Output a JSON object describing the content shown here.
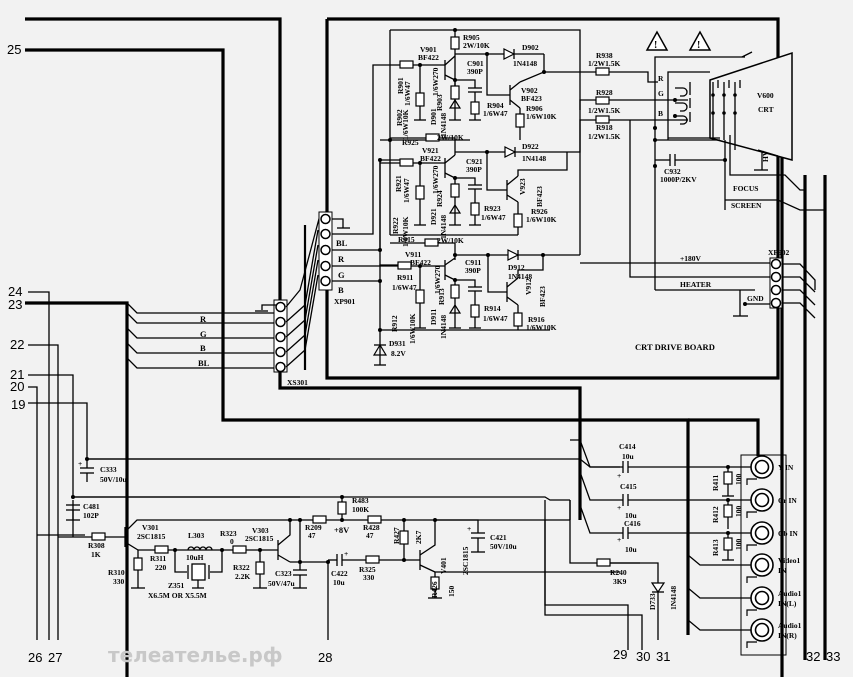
{
  "pins": {
    "p19": "19",
    "p20": "20",
    "p21": "21",
    "p22": "22",
    "p23": "23",
    "p24": "24",
    "p25": "25",
    "p26": "26",
    "p27": "27",
    "p28": "28",
    "p29": "29",
    "p30": "30",
    "p31": "31",
    "p32": "32",
    "p33": "33"
  },
  "board_title": "CRT DRIVE BOARD",
  "connectors": {
    "xs301": {
      "name": "XS301",
      "signals": [
        "R",
        "G",
        "B",
        "BL"
      ]
    },
    "xp901": {
      "name": "XP901",
      "signals": [
        "BL",
        "R",
        "G",
        "B"
      ]
    },
    "xp902": {
      "name": "XP902",
      "signals": [
        "+180V",
        "HEATER",
        "GND"
      ]
    }
  },
  "crt": {
    "ref": "V600",
    "type": "CRT",
    "pins": [
      "R",
      "G",
      "B"
    ],
    "hv": "HV",
    "focus": "FOCUS",
    "screen": "SCREEN"
  },
  "warning_symbols": [
    "!",
    "!"
  ],
  "red_channel": {
    "v901": {
      "ref": "V901",
      "part": "BF422"
    },
    "v902": {
      "ref": "V902",
      "part": "BF423"
    },
    "r901": {
      "ref": "R901",
      "value": "1/6W47"
    },
    "r902": {
      "ref": "R902",
      "value": "1/6W10K"
    },
    "r903": {
      "ref": "R903",
      "value": "1/6W270"
    },
    "r904": {
      "ref": "R904",
      "value": "1/6W47"
    },
    "r905": {
      "ref": "R905",
      "value": "2W/10K"
    },
    "r906": {
      "ref": "R906",
      "value": "1/6W10K"
    },
    "c901": {
      "ref": "C901",
      "value": "390P"
    },
    "d901": {
      "ref": "D901",
      "part": "1N4148"
    },
    "d902": {
      "ref": "D902",
      "part": "1N4148"
    },
    "r938": {
      "ref": "R938",
      "value": "1/2W1.5K"
    }
  },
  "green_channel": {
    "v921": {
      "ref": "V921",
      "part": "BF422"
    },
    "v923": {
      "ref": "V923",
      "part": "BF423"
    },
    "r921": {
      "ref": "R921",
      "value": "1/6W47"
    },
    "r922": {
      "ref": "R922",
      "value": "1/6W10K"
    },
    "r924": {
      "ref": "R924",
      "value": "1/6W270"
    },
    "r923": {
      "ref": "R923",
      "value": "1/6W47"
    },
    "r925": {
      "ref": "R925",
      "value": "2W/10K"
    },
    "r926": {
      "ref": "R926",
      "value": "1/6W10K"
    },
    "c921": {
      "ref": "C921",
      "value": "390P"
    },
    "d921": {
      "ref": "D921",
      "part": "1N4148"
    },
    "d922": {
      "ref": "D922",
      "part": "1N4148"
    },
    "r928": {
      "ref": "R928",
      "value": "1/2W1.5K"
    }
  },
  "blue_channel": {
    "v911": {
      "ref": "V911",
      "part": "BF422"
    },
    "v912": {
      "ref": "V912",
      "part": "BF423"
    },
    "r911": {
      "ref": "R911",
      "value": "1/6W47"
    },
    "r912": {
      "ref": "R912",
      "value": "1/6W10K"
    },
    "r913": {
      "ref": "R913",
      "value": "1/6W270"
    },
    "r914": {
      "ref": "R914",
      "value": "1/6W47"
    },
    "r915": {
      "ref": "R915",
      "value": "2W/10K"
    },
    "r916": {
      "ref": "R916",
      "value": "1/6W10K"
    },
    "c911": {
      "ref": "C911",
      "value": "390P"
    },
    "d911": {
      "ref": "D911",
      "part": "1N4148"
    },
    "d912": {
      "ref": "D912",
      "part": "1N4148"
    },
    "r918": {
      "ref": "R918",
      "value": "1/2W1.5K"
    }
  },
  "d931": {
    "ref": "D931",
    "value": "8.2V"
  },
  "c932": {
    "ref": "C932",
    "value": "1000P/2KV"
  },
  "lower": {
    "c333": {
      "ref": "C333",
      "value": "50V/10u"
    },
    "c481": {
      "ref": "C481",
      "value": "102P"
    },
    "v301": {
      "ref": "V301",
      "part": "2SC1815"
    },
    "r308": {
      "ref": "R308",
      "value": "1K"
    },
    "r310": {
      "ref": "R310",
      "value": "330"
    },
    "r311": {
      "ref": "R311",
      "value": "220"
    },
    "l303": {
      "ref": "L303",
      "value": "10uH"
    },
    "z351": {
      "ref": "Z351",
      "value": "X6.5M OR X5.5M"
    },
    "r323": {
      "ref": "R323",
      "value": "0"
    },
    "r322": {
      "ref": "R322",
      "value": "2.2K"
    },
    "v303": {
      "ref": "V303",
      "part": "2SC1815"
    },
    "c323": {
      "ref": "C323",
      "value": "50V/47u"
    },
    "r209": {
      "ref": "R209",
      "value": "47"
    },
    "r483": {
      "ref": "R483",
      "value": "100K"
    },
    "v8": "+8V",
    "r428": {
      "ref": "R428",
      "value": "47"
    },
    "r427": {
      "ref": "R427",
      "value": "2K7"
    },
    "c421": {
      "ref": "C421",
      "value": "50V/10u"
    },
    "c422": {
      "ref": "C422",
      "value": "10u"
    },
    "r325": {
      "ref": "R325",
      "value": "330"
    },
    "v401": {
      "ref": "V401",
      "part": "2SC1815"
    },
    "r426": {
      "ref": "R426",
      "value": "150"
    },
    "r240": {
      "ref": "R240",
      "value": "3K9"
    },
    "d733": {
      "ref": "D733",
      "part": "1N4148"
    },
    "c414": {
      "ref": "C414",
      "value": "10u"
    },
    "c415": {
      "ref": "C415",
      "value": "10u"
    },
    "c416": {
      "ref": "C416",
      "value": "10u"
    },
    "r411": {
      "ref": "R411",
      "value": "100"
    },
    "r412": {
      "ref": "R412",
      "value": "100"
    },
    "r413": {
      "ref": "R413",
      "value": "100"
    }
  },
  "jacks": [
    "Y IN",
    "Cr IN",
    "Cb IN",
    "Video1 IN",
    "Audio1 IN(L)",
    "Audio1 IN(R)"
  ],
  "jack_lines": [
    [
      "Y IN"
    ],
    [
      "Cr IN"
    ],
    [
      "Cb IN"
    ],
    [
      "Video1",
      "IN"
    ],
    [
      "Audio1",
      "IN(L)"
    ],
    [
      "Audio1",
      "IN(R)"
    ]
  ],
  "watermark": "телеательe.рф"
}
